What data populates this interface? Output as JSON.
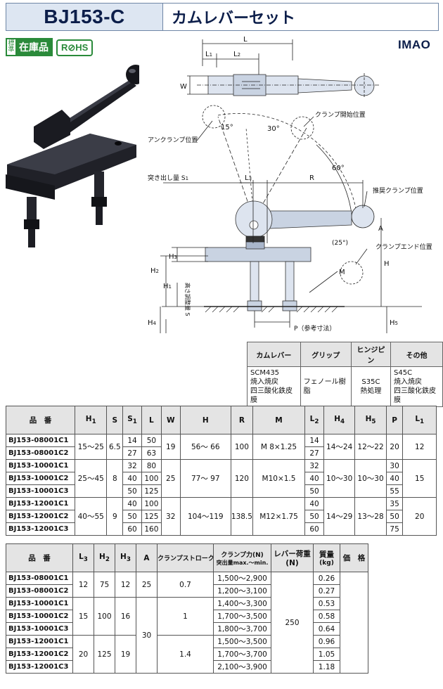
{
  "header": {
    "model": "BJ153-C",
    "product_name": "カムレバーセット"
  },
  "badges": {
    "stock_small": [
      "標",
      "準"
    ],
    "stock_big": "在庫品",
    "rohs": "R⊘HS"
  },
  "logo": "IMAO",
  "diagram": {
    "labels": {
      "L": "L",
      "L1": "L",
      "L1_sub": "1",
      "L2": "L",
      "L2_sub": "2",
      "W": "W",
      "angle15": "15°",
      "angle30": "30°",
      "angle60": "60°",
      "angle25": "(25°)",
      "clamp_start": "クランプ開始位置",
      "unclamp": "アンクランプ位置",
      "push_clamp": "推奨クランプ位置",
      "clamp_end": "クランプエンド位置",
      "protrusion": "突き出し量 S",
      "protrusion_sub": "1",
      "L3": "L",
      "L3_sub": "3",
      "R": "R",
      "A": "A",
      "H": "H",
      "M": "M",
      "H3": "H",
      "H3_sub": "3",
      "H2": "H",
      "H2_sub": "2",
      "H1": "H",
      "H1_sub": "1",
      "H4": "H",
      "H4_sub": "4",
      "H5": "H",
      "H5_sub": "5",
      "height_adjust": "高さ調整量 S",
      "P_ref": "P（参考寸法）"
    }
  },
  "materials": {
    "headers": [
      "カムレバー",
      "グリップ",
      "ヒンジピン",
      "その他"
    ],
    "cells": [
      [
        "SCM435",
        "焼入焼戻",
        "四三酸化鉄皮膜"
      ],
      [
        "フェノール樹脂"
      ],
      [
        "S35C",
        "熱処理"
      ],
      [
        "S45C",
        "焼入焼戻",
        "四三酸化鉄皮膜"
      ]
    ]
  },
  "spec1": {
    "headers": {
      "model": "品　番",
      "H1": "H",
      "H1_sub": "1",
      "S": "S",
      "S1": "S",
      "S1_sub": "1",
      "L": "L",
      "W": "W",
      "H": "H",
      "R": "R",
      "M": "M",
      "L2": "L",
      "L2_sub": "2",
      "H4": "H",
      "H4_sub": "4",
      "H5": "H",
      "H5_sub": "5",
      "P": "P",
      "L1": "L",
      "L1_sub": "1"
    },
    "groups": [
      {
        "H1": "15～25",
        "S": "6.5",
        "W": "19",
        "H": "56～ 66",
        "R": "100",
        "M": "M 8×1.25",
        "H4": "14～24",
        "H5": "12～22",
        "P": "20",
        "L1": "12",
        "rows": [
          {
            "model": "BJ153-08001C1",
            "S1": "14",
            "L": "50",
            "L2": "14"
          },
          {
            "model": "BJ153-08001C2",
            "S1": "27",
            "L": "63",
            "L2": "27"
          }
        ]
      },
      {
        "H1": "25～45",
        "S": "8",
        "W": "25",
        "H": "77～ 97",
        "R": "120",
        "M": "M10×1.5",
        "H4": "10～30",
        "H5": "10～30",
        "L1": "15",
        "rows": [
          {
            "model": "BJ153-10001C1",
            "S1": "32",
            "L": "80",
            "L2": "32",
            "P": "30"
          },
          {
            "model": "BJ153-10001C2",
            "S1": "40",
            "L": "100",
            "L2": "40",
            "P": "40"
          },
          {
            "model": "BJ153-10001C3",
            "S1": "50",
            "L": "125",
            "L2": "50",
            "P": "55"
          }
        ]
      },
      {
        "H1": "40～55",
        "S": "9",
        "W": "32",
        "H": "104～119",
        "R": "138.5",
        "M": "M12×1.75",
        "H4": "14～29",
        "H5": "13～28",
        "L1": "20",
        "rows": [
          {
            "model": "BJ153-12001C1",
            "S1": "40",
            "L": "100",
            "L2": "40",
            "P": "35"
          },
          {
            "model": "BJ153-12001C2",
            "S1": "50",
            "L": "125",
            "L2": "50",
            "P": "50"
          },
          {
            "model": "BJ153-12001C3",
            "S1": "60",
            "L": "160",
            "L2": "60",
            "P": "75"
          }
        ]
      }
    ]
  },
  "spec2": {
    "headers": {
      "model": "品　番",
      "L3": "L",
      "L3_sub": "3",
      "H2": "H",
      "H2_sub": "2",
      "H3": "H",
      "H3_sub": "3",
      "A": "A",
      "stroke": "クランプストローク",
      "force": "クランプ力(N)",
      "force_sub": "突出量max.～min.",
      "lever_load": "レバー荷重",
      "lever_load_unit": "(N)",
      "mass": "質量",
      "mass_unit": "(kg)",
      "price": "価　格"
    },
    "A": "30",
    "lever_load": "250",
    "rows": [
      {
        "model": "BJ153-08001C1",
        "force": "1,500～2,900",
        "mass": "0.26"
      },
      {
        "model": "BJ153-08001C2",
        "force": "1,200～3,100",
        "mass": "0.27"
      },
      {
        "model": "BJ153-10001C1",
        "force": "1,400～3,300",
        "mass": "0.53"
      },
      {
        "model": "BJ153-10001C2",
        "force": "1,700～3,500",
        "mass": "0.58"
      },
      {
        "model": "BJ153-10001C3",
        "force": "1,800～3,700",
        "mass": "0.64"
      },
      {
        "model": "BJ153-12001C1",
        "force": "1,500～3,500",
        "mass": "0.96"
      },
      {
        "model": "BJ153-12001C2",
        "force": "1,700～3,700",
        "mass": "1.05"
      },
      {
        "model": "BJ153-12001C3",
        "force": "2,100～3,900",
        "mass": "1.18"
      }
    ],
    "groups": [
      {
        "L3": "12",
        "H2": "75",
        "H3": "12",
        "A": "25",
        "stroke": "0.7"
      },
      {
        "L3": "15",
        "H2": "100",
        "H3": "16",
        "stroke": "1"
      },
      {
        "L3": "20",
        "H2": "125",
        "H3": "19",
        "stroke": "1.4"
      }
    ]
  }
}
